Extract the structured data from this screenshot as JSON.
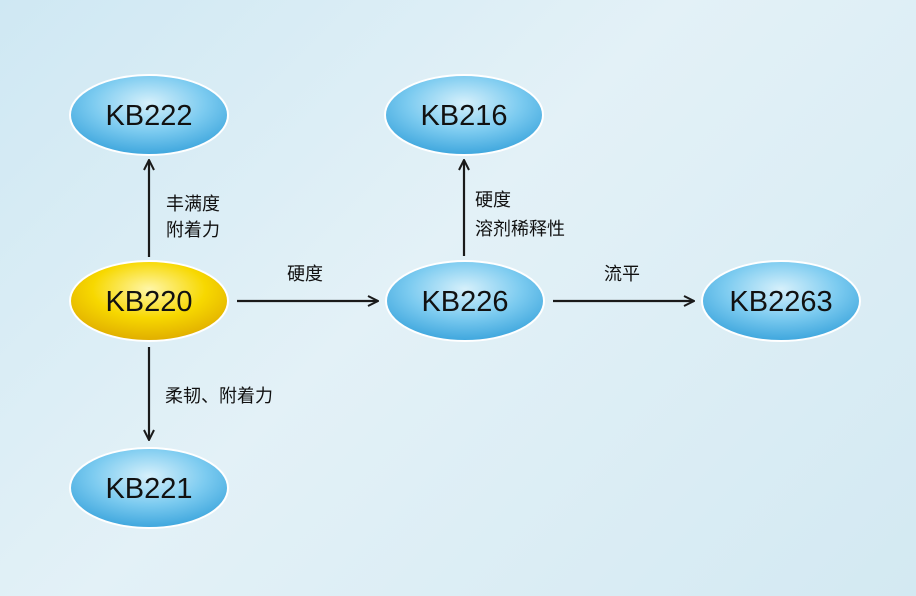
{
  "nodes": {
    "kb222": "KB222",
    "kb216": "KB216",
    "kb220": "KB220",
    "kb226": "KB226",
    "kb2263": "KB2263",
    "kb221": "KB221"
  },
  "edges": {
    "to_kb222": {
      "line1": "丰满度",
      "line2": "附着力"
    },
    "to_kb216": {
      "line1": "硬度",
      "line2": "溶剂稀释性"
    },
    "to_kb226": {
      "label": "硬度"
    },
    "to_kb2263": {
      "label": "流平"
    },
    "to_kb221": {
      "label": "柔韧、附着力"
    }
  },
  "colors": {
    "node_blue": "#6fc3ec",
    "node_highlight": "#f5d400",
    "arrow": "#1a1a1a"
  }
}
